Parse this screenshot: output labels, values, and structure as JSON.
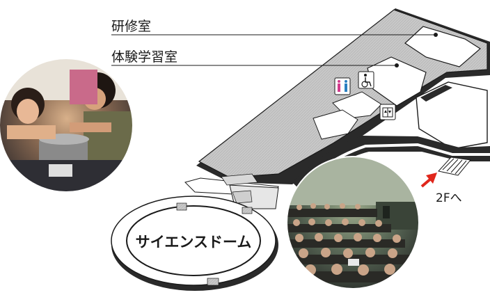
{
  "rooms": [
    {
      "id": "training-room",
      "label": "研修室"
    },
    {
      "id": "hands-on-room",
      "label": "体験学習室"
    }
  ],
  "science_dome": {
    "label": "サイエンスドーム"
  },
  "stairs_to_2f": {
    "label": "2Fへ",
    "arrow_color": "#e0261b"
  },
  "icons": [
    {
      "name": "restroom-icon"
    },
    {
      "name": "wheelchair-accessible-icon"
    },
    {
      "name": "elevator-icon"
    }
  ],
  "photos": [
    {
      "name": "photo-children-experiment",
      "subject": "children doing an experiment"
    },
    {
      "name": "photo-dome-audience",
      "subject": "audience seated in the dome theater"
    }
  ],
  "colors": {
    "floor_gray": "#c4c4c4",
    "wall_dark": "#2a2a2a",
    "outline": "#1a1a1a",
    "arrow_red": "#e0261b"
  }
}
